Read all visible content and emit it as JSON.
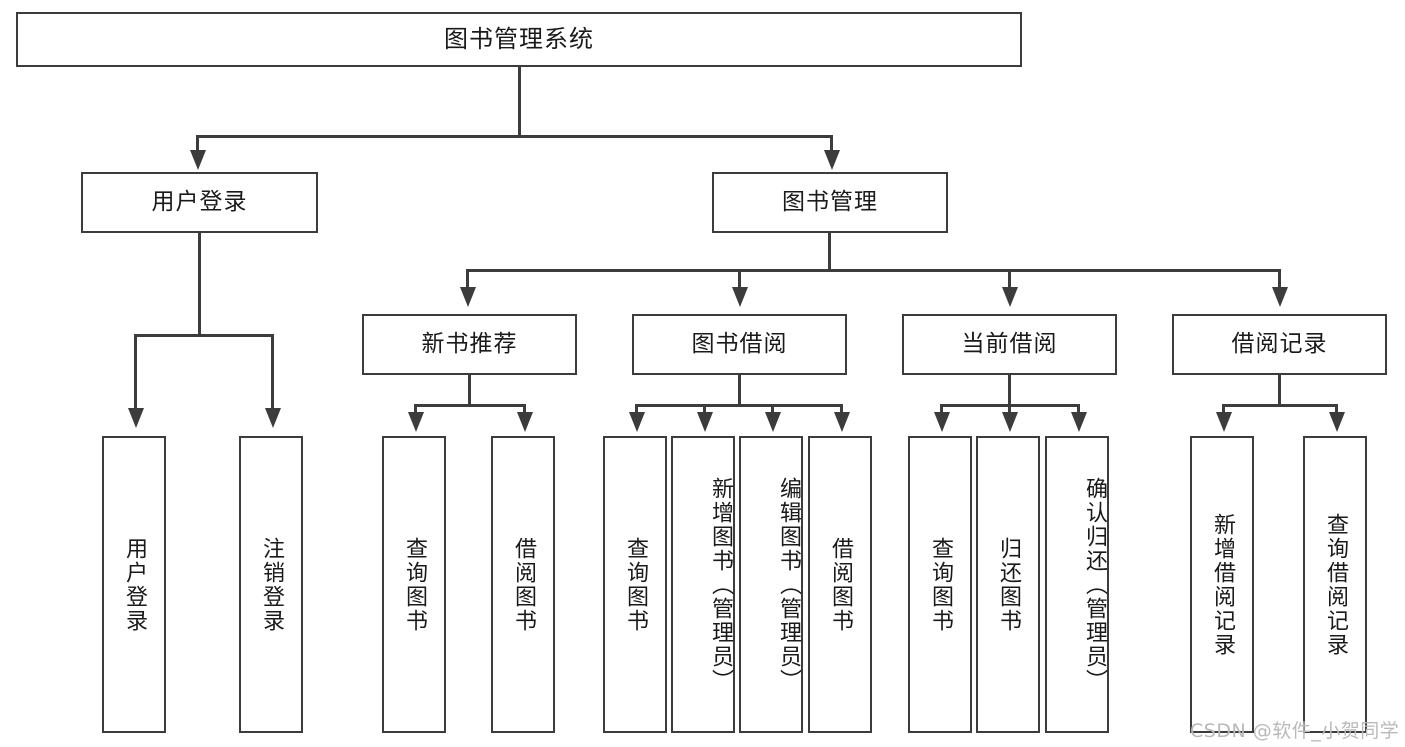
{
  "diagram": {
    "title": "图书管理系统",
    "root": {
      "label": "图书管理系统"
    },
    "level2": [
      {
        "label": "用户登录"
      },
      {
        "label": "图书管理"
      }
    ],
    "level3": [
      {
        "label": "新书推荐"
      },
      {
        "label": "图书借阅"
      },
      {
        "label": "当前借阅"
      },
      {
        "label": "借阅记录"
      }
    ],
    "leaves": {
      "user_login": [
        {
          "label": "用户登录"
        },
        {
          "label": "注销登录"
        }
      ],
      "new_book": [
        {
          "label": "查询图书"
        },
        {
          "label": "借阅图书"
        }
      ],
      "book_borrow": [
        {
          "label": "查询图书"
        },
        {
          "label": "新增图书（管理员）"
        },
        {
          "label": "编辑图书（管理员）"
        },
        {
          "label": "借阅图书"
        }
      ],
      "current_borrow": [
        {
          "label": "查询图书"
        },
        {
          "label": "归还图书"
        },
        {
          "label": "确认归还（管理员）"
        }
      ],
      "borrow_record": [
        {
          "label": "新增借阅记录"
        },
        {
          "label": "查询借阅记录"
        }
      ]
    }
  },
  "watermark": {
    "text": "CSDN @软件_小贺同学"
  },
  "colors": {
    "stroke": "#3c3c3c",
    "background": "#ffffff",
    "text": "#1a1a1a",
    "watermark": "#b9b9b9"
  },
  "chart_data": {
    "type": "tree-diagram",
    "title": "图书管理系统",
    "nodes": [
      {
        "id": "root",
        "label": "图书管理系统",
        "level": 0,
        "parent": null
      },
      {
        "id": "n1",
        "label": "用户登录",
        "level": 1,
        "parent": "root"
      },
      {
        "id": "n2",
        "label": "图书管理",
        "level": 1,
        "parent": "root"
      },
      {
        "id": "n1a",
        "label": "用户登录",
        "level": 2,
        "parent": "n1"
      },
      {
        "id": "n1b",
        "label": "注销登录",
        "level": 2,
        "parent": "n1"
      },
      {
        "id": "n2a",
        "label": "新书推荐",
        "level": 2,
        "parent": "n2"
      },
      {
        "id": "n2b",
        "label": "图书借阅",
        "level": 2,
        "parent": "n2"
      },
      {
        "id": "n2c",
        "label": "当前借阅",
        "level": 2,
        "parent": "n2"
      },
      {
        "id": "n2d",
        "label": "借阅记录",
        "level": 2,
        "parent": "n2"
      },
      {
        "id": "n2a1",
        "label": "查询图书",
        "level": 3,
        "parent": "n2a"
      },
      {
        "id": "n2a2",
        "label": "借阅图书",
        "level": 3,
        "parent": "n2a"
      },
      {
        "id": "n2b1",
        "label": "查询图书",
        "level": 3,
        "parent": "n2b"
      },
      {
        "id": "n2b2",
        "label": "新增图书（管理员）",
        "level": 3,
        "parent": "n2b"
      },
      {
        "id": "n2b3",
        "label": "编辑图书（管理员）",
        "level": 3,
        "parent": "n2b"
      },
      {
        "id": "n2b4",
        "label": "借阅图书",
        "level": 3,
        "parent": "n2b"
      },
      {
        "id": "n2c1",
        "label": "查询图书",
        "level": 3,
        "parent": "n2c"
      },
      {
        "id": "n2c2",
        "label": "归还图书",
        "level": 3,
        "parent": "n2c"
      },
      {
        "id": "n2c3",
        "label": "确认归还（管理员）",
        "level": 3,
        "parent": "n2c"
      },
      {
        "id": "n2d1",
        "label": "新增借阅记录",
        "level": 3,
        "parent": "n2d"
      },
      {
        "id": "n2d2",
        "label": "查询借阅记录",
        "level": 3,
        "parent": "n2d"
      }
    ]
  }
}
